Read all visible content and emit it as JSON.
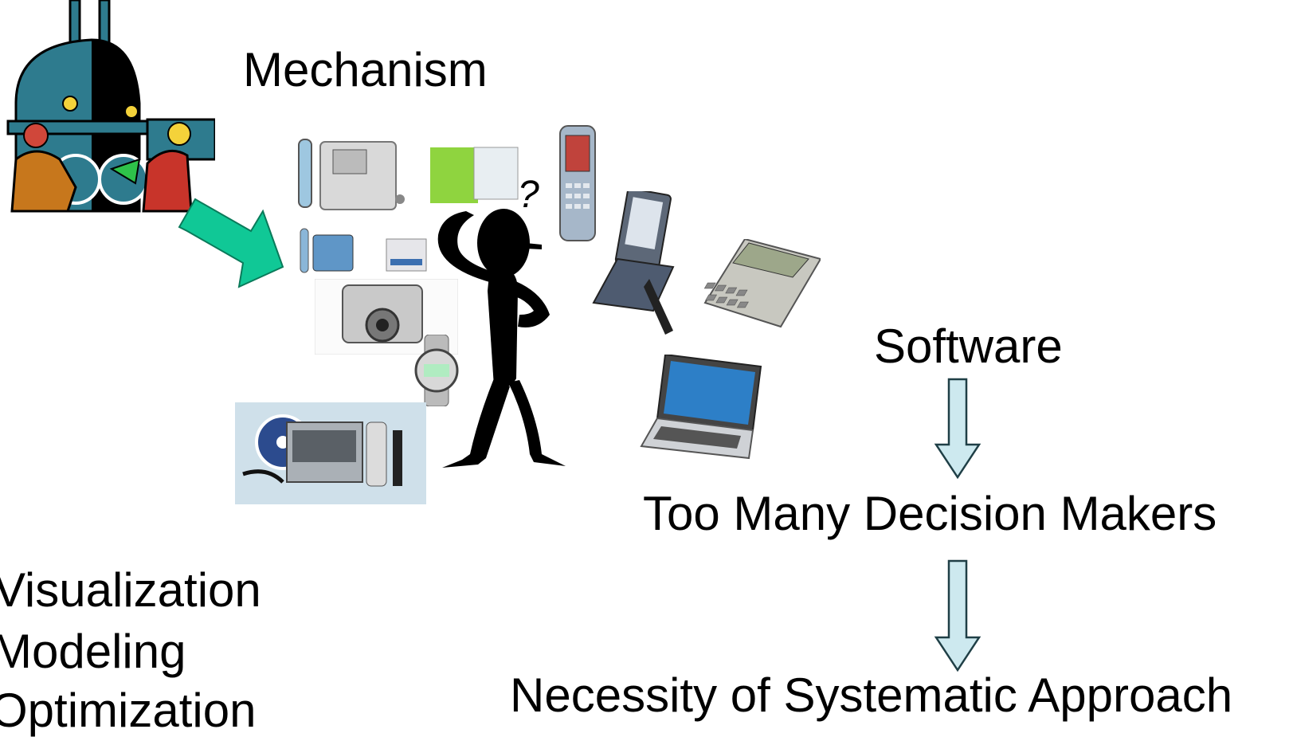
{
  "labels": {
    "mechanism": "Mechanism",
    "software": "Software",
    "too_many": "Too Many Decision Makers",
    "necessity": "Necessity of Systematic Approach",
    "left_list": [
      "Visualization",
      "Modeling",
      "Optimization"
    ]
  },
  "colors": {
    "green_arrow": "#10c896",
    "flow_arrow_fill": "#cde9ef",
    "flow_arrow_stroke": "#1f3f46",
    "machine_teal": "#2e7b8e"
  }
}
